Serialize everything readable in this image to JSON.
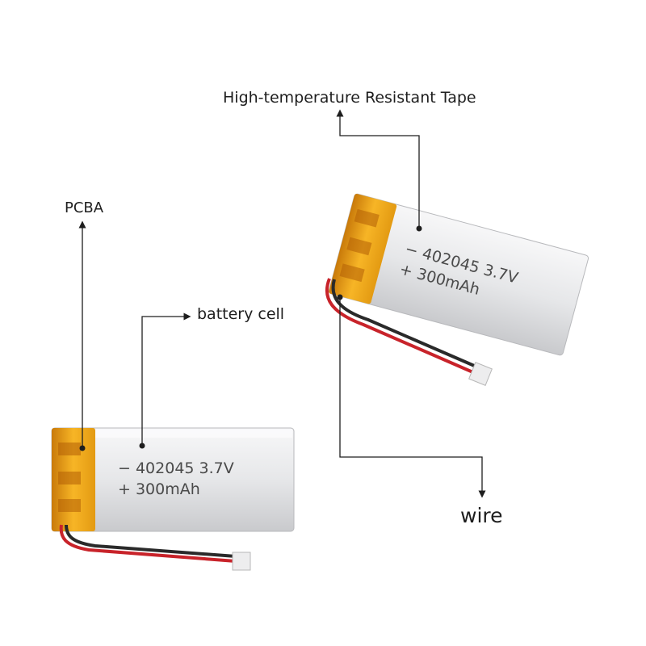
{
  "callouts": {
    "high_temp_tape": "High-temperature Resistant Tape",
    "pcba": "PCBA",
    "battery_cell": "battery cell",
    "wire": "wire"
  },
  "battery": {
    "line1_sign": "−",
    "line1_text": "402045 3.7V",
    "line2_sign": "+",
    "line2_text": "300mAh"
  },
  "colors": {
    "tape": "#f0a91a",
    "cell_body": "#e9eaec",
    "wire_red": "#c8232a",
    "wire_black": "#2a2a2a",
    "leader": "#1e1e1e"
  }
}
